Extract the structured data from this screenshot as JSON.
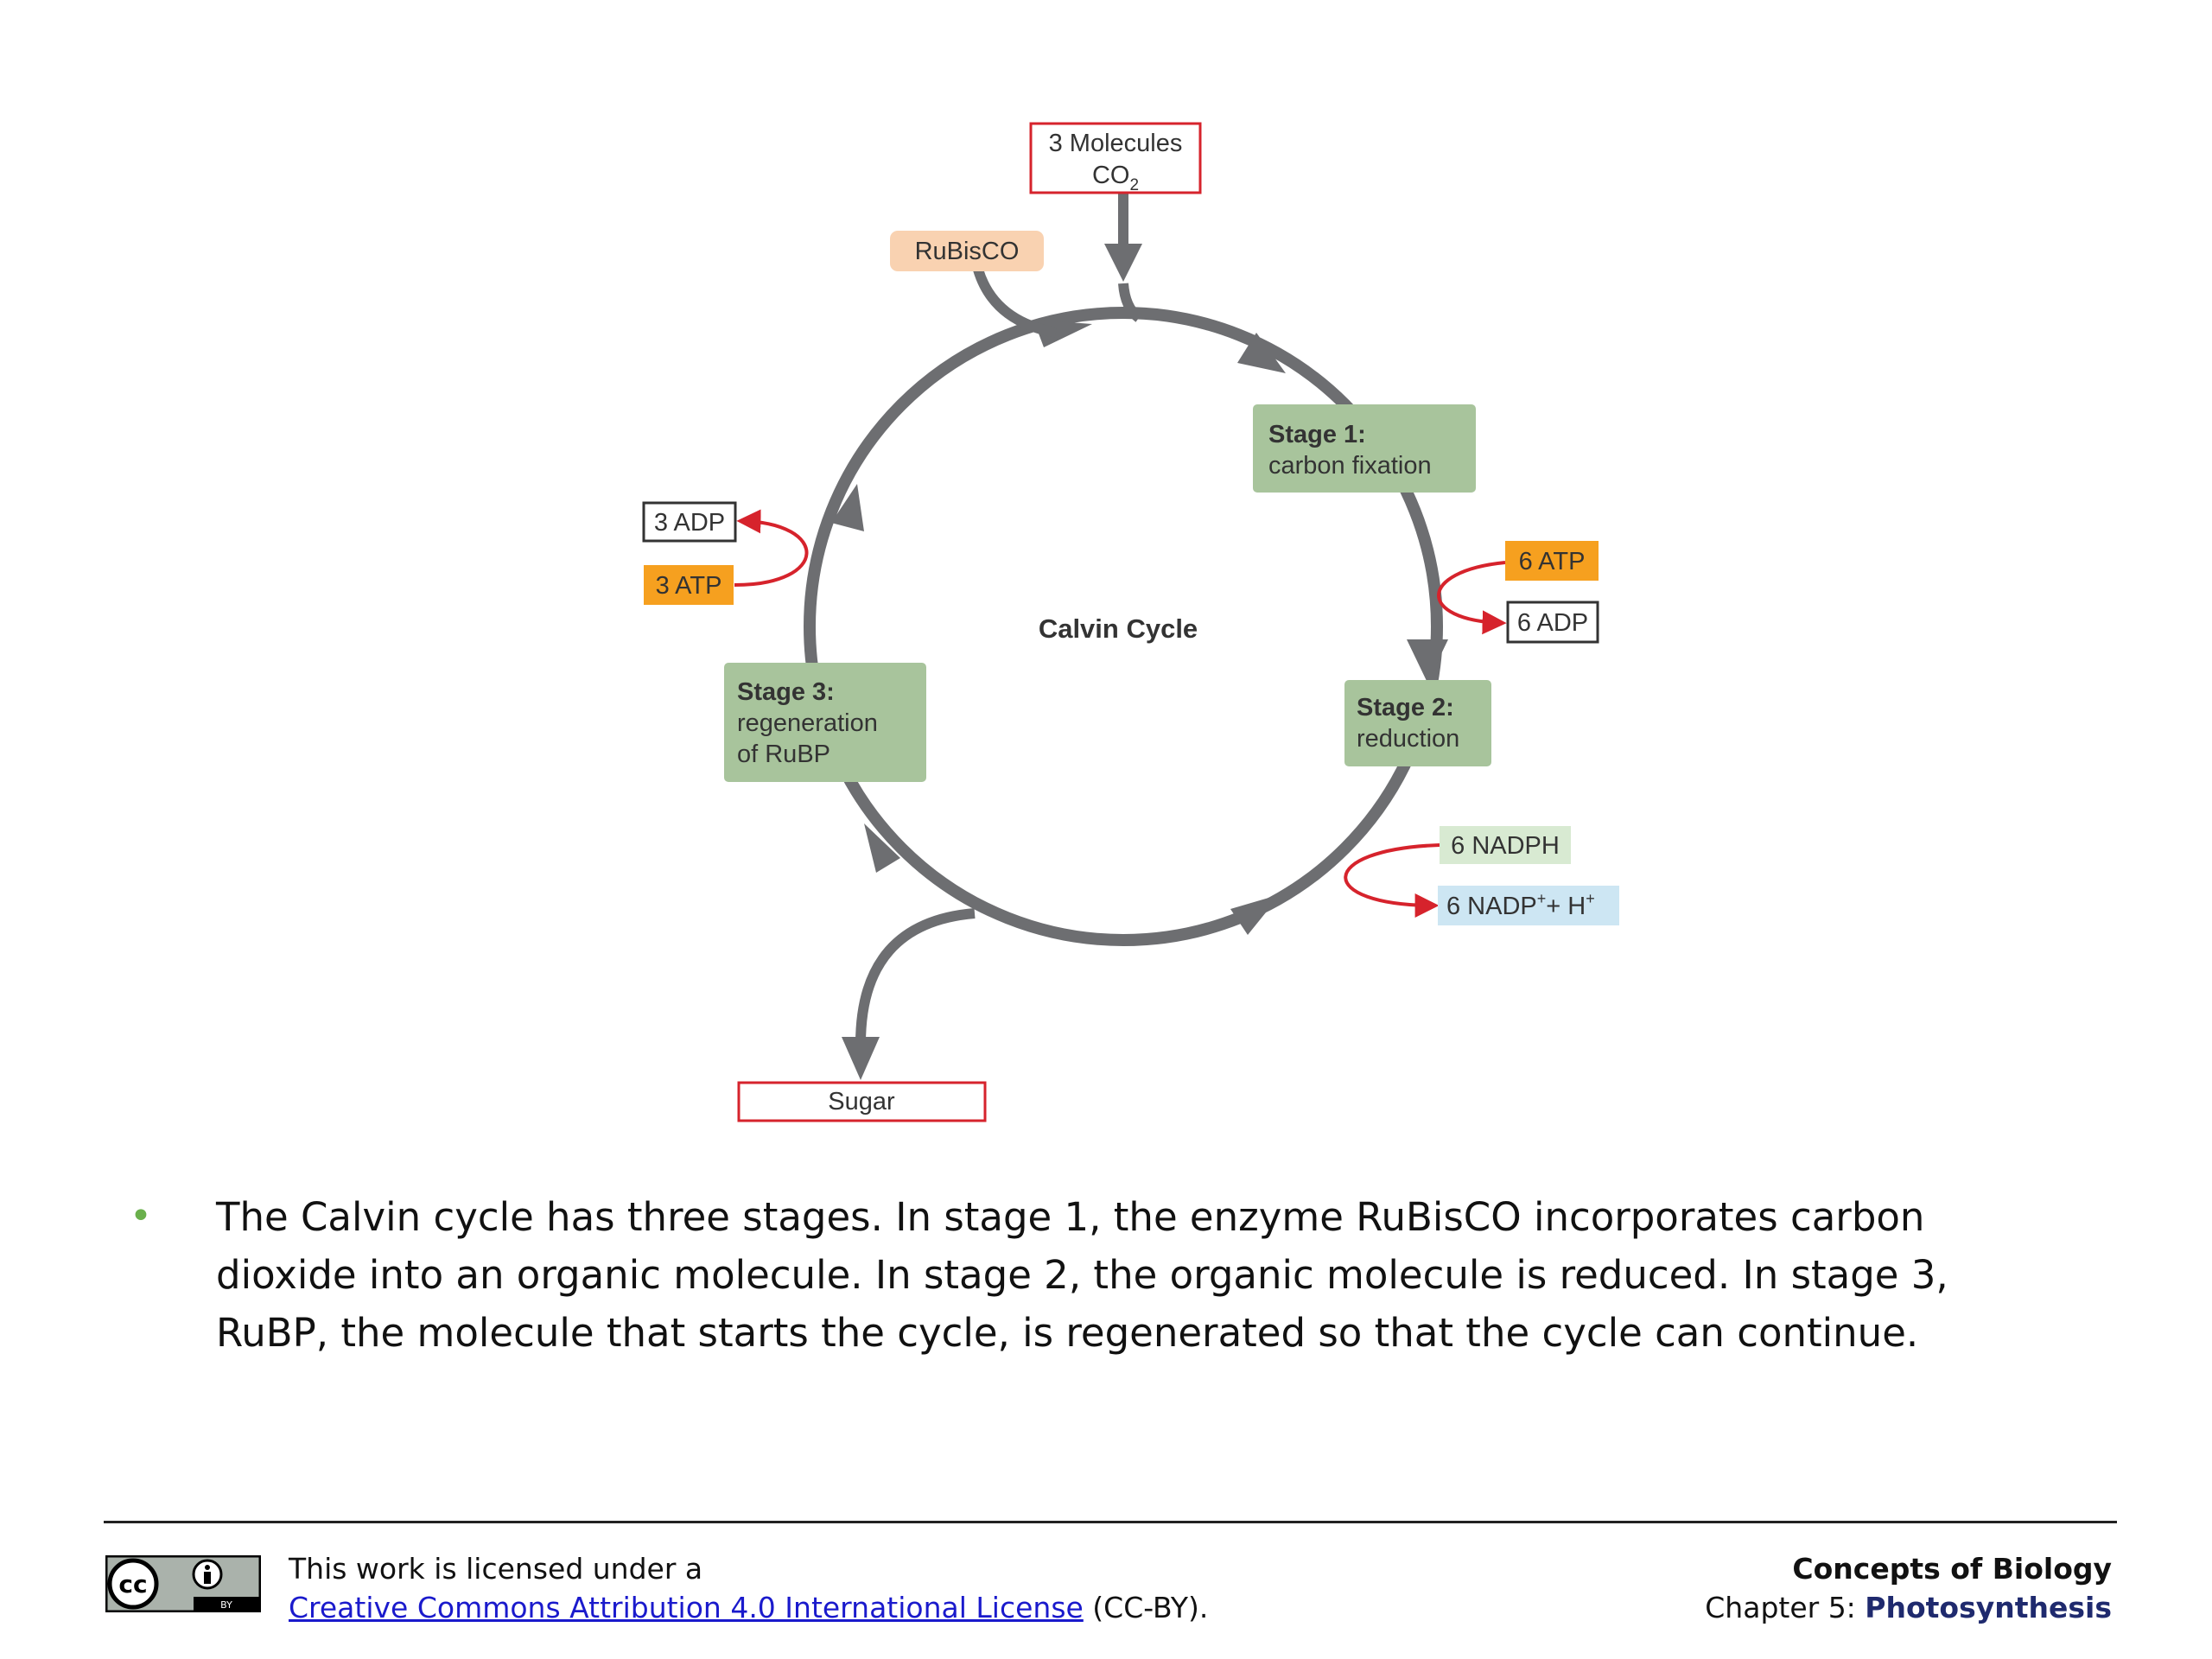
{
  "diagram": {
    "title": "Calvin Cycle",
    "co2_input": {
      "line1": "3 Molecules",
      "line2_prefix": "CO",
      "line2_sub": "2"
    },
    "enzyme": "RuBisCO",
    "stage1": {
      "name": "Stage 1:",
      "desc": "carbon fixation"
    },
    "stage2": {
      "name": "Stage 2:",
      "desc": "reduction"
    },
    "stage3": {
      "name": "Stage 3:",
      "desc_line1": "regeneration",
      "desc_line2": "of RuBP"
    },
    "stage1_to_2_inputs": {
      "atp": "6 ATP",
      "adp": "6 ADP"
    },
    "stage2_inputs": {
      "nadph": "6 NADPH",
      "nadp_prefix": "6 NADP",
      "nadp_sup1": "+",
      "nadp_mid": "+ H",
      "nadp_sup2": "+"
    },
    "stage3_inputs": {
      "atp": "3 ATP",
      "adp": "3 ADP"
    },
    "output": "Sugar",
    "colors": {
      "cycle_arrow": "#6d6e71",
      "stage_box": "#a8c49c",
      "atp_box": "#f6a01f",
      "rubisco_box": "#f9d2b1",
      "nadph_box": "#d8ead2",
      "nadp_box": "#cde6f3",
      "red_arrow": "#d6232c",
      "co2_border": "#d6232c"
    }
  },
  "bullet": {
    "text": "The Calvin cycle has three stages. In stage 1, the enzyme RuBisCO incorporates carbon dioxide into an organic molecule. In stage 2, the organic molecule is reduced. In stage 3, RuBP, the molecule that starts the cycle, is regenerated so that the cycle can continue."
  },
  "footer": {
    "license_line1": "This work is licensed under a",
    "license_link": "Creative Commons Attribution 4.0 International License",
    "license_suffix": " (CC-BY).",
    "book": "Concepts of Biology",
    "chapter_prefix": "Chapter 5: ",
    "chapter_name": "Photosynthesis",
    "badge": {
      "cc": "cc",
      "by": "BY"
    }
  }
}
